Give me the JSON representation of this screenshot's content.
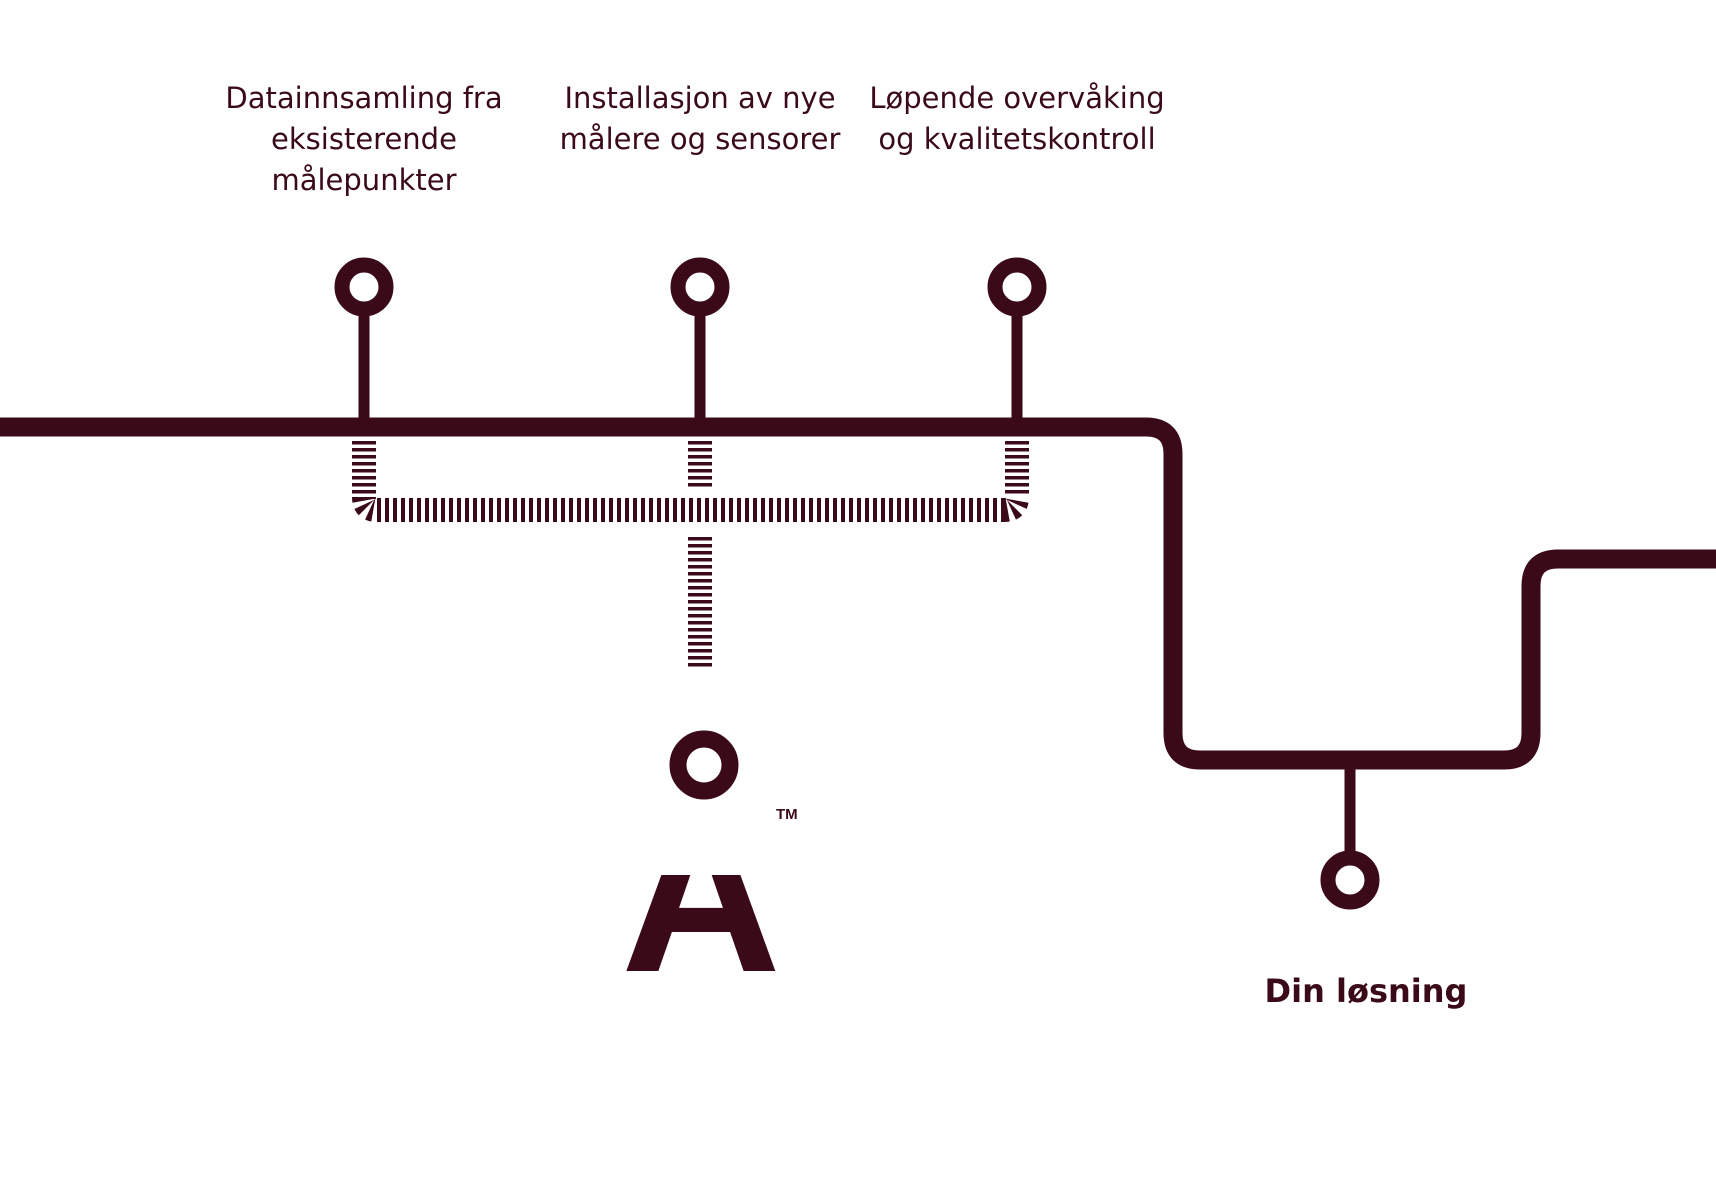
{
  "colors": {
    "line": "#3a0a18",
    "background": "#ffffff"
  },
  "stops": [
    {
      "id": "stop-datainnsamling",
      "label": "Datainnsamling fra\neksisterende\nmålepunkter"
    },
    {
      "id": "stop-installasjon",
      "label": "Installasjon av nye\nmålere og sensorer"
    },
    {
      "id": "stop-overvaking",
      "label": "Løpende overvåking\nog kvalitetskontroll"
    }
  ],
  "destination": {
    "label": "Din løsning"
  },
  "logo": {
    "letter": "Å",
    "trademark": "TM"
  }
}
